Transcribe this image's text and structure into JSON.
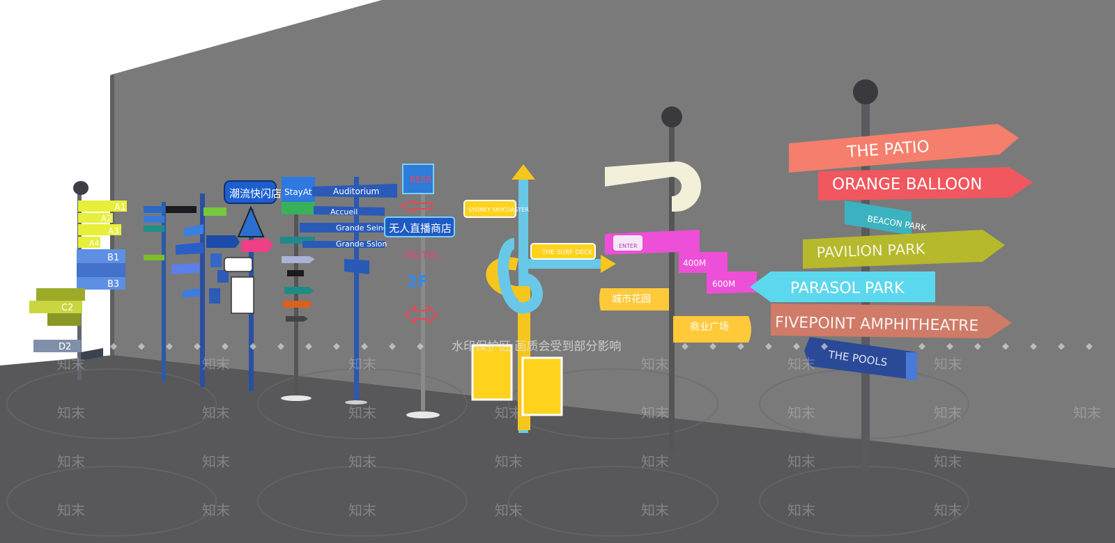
{
  "watermark": {
    "notice": "水印保护区  画质会受到部分影响",
    "brand": "知末"
  },
  "group1": {
    "labels": [
      "A1",
      "A2",
      "A3",
      "A4",
      "B1",
      "B3",
      "C2",
      "D2"
    ]
  },
  "group2": {
    "labels": [
      "潮流快闪店",
      "StayAt",
      "Auditorium",
      "Accueil",
      "Grande Seine",
      "Grande Sslon",
      "BEER",
      "无人直播商店",
      "MOTEL",
      "2F"
    ]
  },
  "group3": {
    "labels": [
      "SYDNEY SKYCOASTER",
      "THE SURF DECK"
    ]
  },
  "group4": {
    "labels": [
      "ENTER",
      "400M",
      "600M",
      "城市花园",
      "商业广场"
    ]
  },
  "group5": {
    "labels": [
      "THE PATIO",
      "ORANGE BALLOON",
      "BEACON PARK",
      "PAVILION PARK",
      "PARASOL PARK",
      "FIVEPOINT AMPHITHEATRE",
      "THE POOLS"
    ]
  },
  "colors": {
    "wall": "#787878",
    "floor": "#5a5a5c",
    "pole": "#6f6f75",
    "blue": "#2a5ab8",
    "yellow": "#ffd21e",
    "magenta": "#ee4fd8",
    "coral": "#f0745c",
    "cyan": "#62dff0",
    "olive": "#b5b92b"
  }
}
